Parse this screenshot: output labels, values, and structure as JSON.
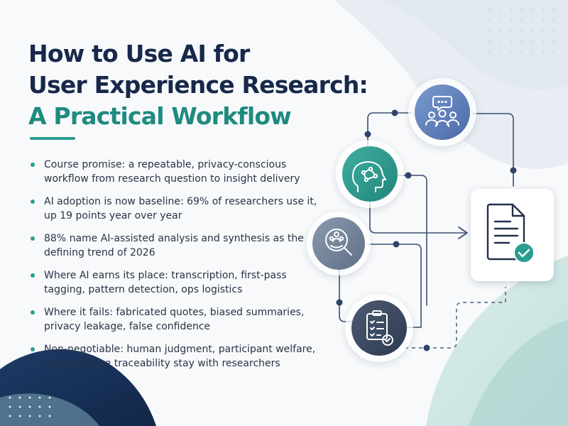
{
  "title": {
    "line1": "How to Use AI for",
    "line2": "User Experience Research:",
    "line3": "A Practical Workflow"
  },
  "bullets": [
    "Course promise: a repeatable, privacy-conscious workflow from research question to insight delivery",
    "AI adoption is now baseline: 69% of researchers use it, up 19 points year over year",
    "88% name AI-assisted analysis and synthesis as the defining trend of 2026",
    "Where AI earns its place: transcription, first-pass tagging, pattern detection, ops logistics",
    "Where it fails: fabricated quotes, biased summaries, privacy leakage, false confidence",
    "Non-negotiable: human judgment, participant welfare, and evidence traceability stay with researchers"
  ],
  "icons": {
    "node1": "people-chat-icon",
    "node2": "ai-head-icon",
    "node3": "magnify-people-icon",
    "node4": "checklist-icon",
    "output": "document-check-icon"
  },
  "colors": {
    "navy": "#18284a",
    "teal": "#2a9d8f",
    "bullet": "#2a9d8f"
  }
}
